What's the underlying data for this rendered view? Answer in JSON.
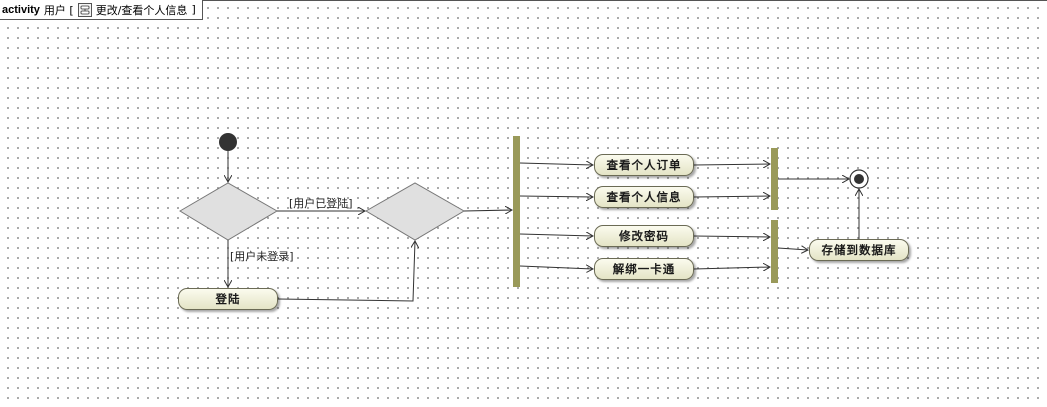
{
  "frame": {
    "keyword": "activity",
    "owner": "用户 [",
    "name": "更改/查看个人信息",
    "closing": "]"
  },
  "guards": {
    "logged_in": "[用户已登陆]",
    "not_logged_in": "[用户未登录]"
  },
  "actions": {
    "login": "登陆",
    "view_orders": "查看个人订单",
    "view_info": "查看个人信息",
    "change_password": "修改密码",
    "unbind_card": "解绑一卡通",
    "save_db": "存储到数据库"
  },
  "colors": {
    "bar": "#9a9a5a",
    "decision_fill": "#e0e0e0",
    "node_fill": "#333333",
    "action_fill": "#efefd8"
  }
}
